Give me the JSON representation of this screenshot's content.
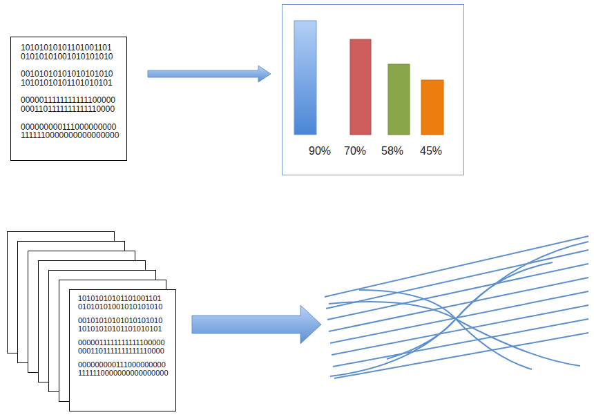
{
  "diagram": {
    "nodes": [
      {
        "text": [
          "10101010101101001101 01010101001010101010",
          "00101010101010101010 10101010101101010101",
          "0000011111111111100000 0001101111111111110000",
          "000000000111000000000 1111110000000000000000"
        ]
      },
      {
        "text": [
          "90%",
          "70%",
          "58%",
          "45%"
        ]
      },
      {
        "text": [
          "10101010101101001101 01010101001010101010",
          "00101010101010101010 10101010101101010101",
          "0000011111111111100000 0001101111111111110000",
          "000000000111000000000 1111110000000000000000"
        ]
      }
    ],
    "edges": [
      {
        "from": 0,
        "to": 1,
        "arrow": "to"
      }
    ]
  }
}
